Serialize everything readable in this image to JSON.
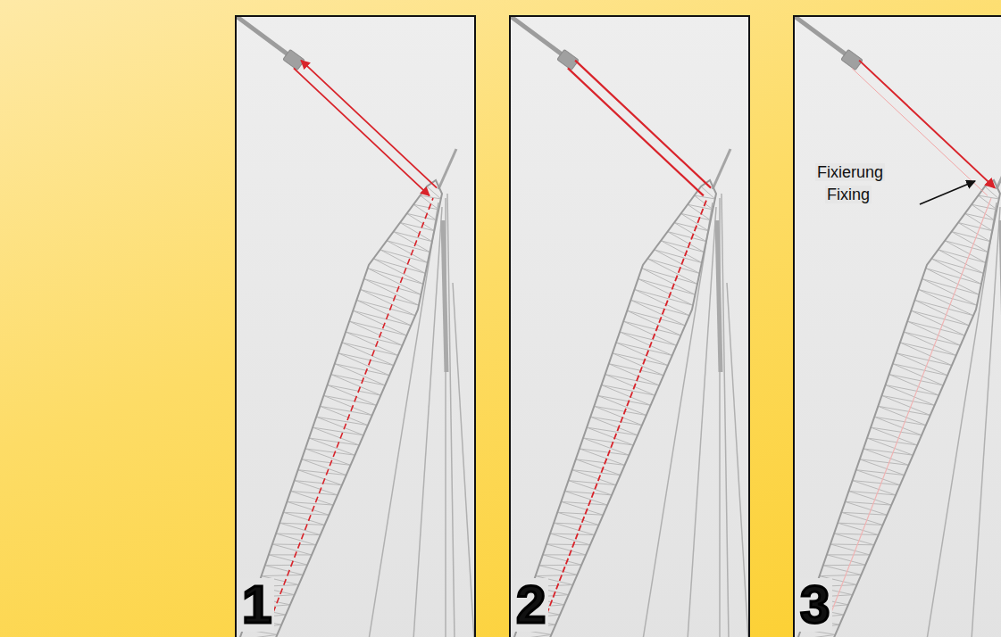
{
  "diagram": {
    "labels": [
      "1",
      "2",
      "3",
      "Fixierung",
      "Fixing"
    ]
  }
}
